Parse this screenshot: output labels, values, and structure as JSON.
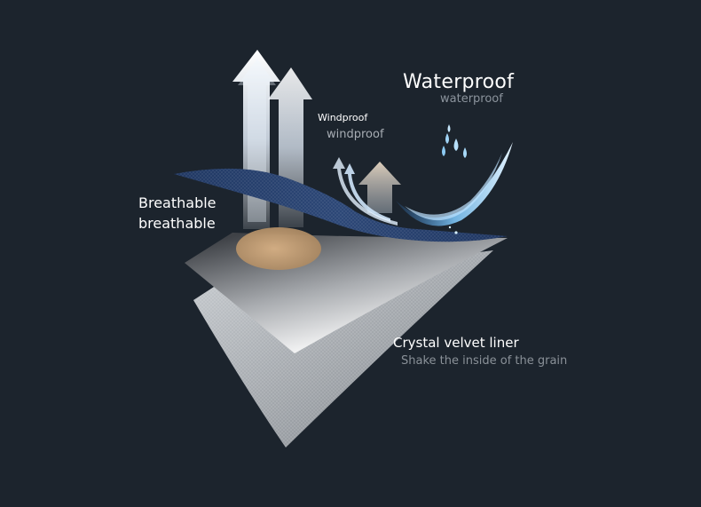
{
  "colors": {
    "background": "#1c242d",
    "outer_shell": "#23395e",
    "membrane_light": "#ffffff",
    "membrane_dark": "#4a4e53",
    "vapor_spot": "#c9a47a",
    "liner": "#9ea3a8",
    "water": "#6fb8f0"
  },
  "icons": [
    "breathable-up-arrow-icon",
    "windproof-arrow-icon",
    "water-drop-icon"
  ],
  "labels": {
    "waterproof_title": "Waterproof",
    "waterproof_sub": "waterproof",
    "windproof_title": "Windproof",
    "windproof_sub": "windproof",
    "breathable_title": "Breathable",
    "breathable_sub": "breathable",
    "liner_title": "Crystal velvet liner",
    "liner_sub": "Shake the inside of the grain"
  }
}
